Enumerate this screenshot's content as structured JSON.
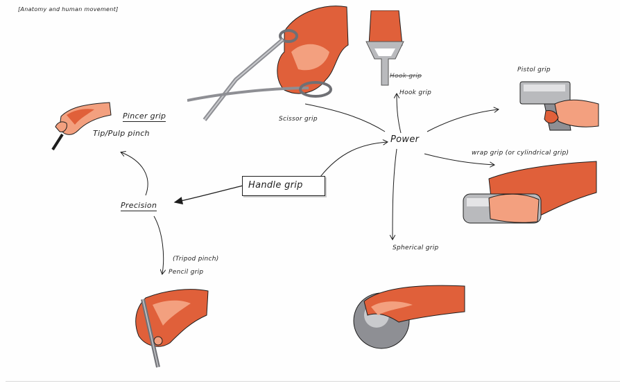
{
  "header": {
    "note": "[Anatomy and human movement]"
  },
  "center": {
    "label": "Handle grip"
  },
  "nodes": {
    "power": "Power",
    "precision": "Precision"
  },
  "grips": {
    "pincer": "Pincer grip",
    "tip_pulp": "Tip/Pulp pinch",
    "scissor": "Scissor grip",
    "hook_strike": "Hook grip",
    "hook": "Hook grip",
    "pistol": "Pistol grip",
    "wrap": "wrap grip (or cylindrical grip)",
    "spherical": "Spherical grip",
    "tripod": "(Tripod pinch)",
    "pencil": "Pencil grip"
  },
  "colors": {
    "skin": "#e0603a",
    "skin_light": "#f3a07f",
    "metal": "#8e8f94",
    "metal_light": "#c9cacd",
    "ink": "#1d1d1d"
  }
}
